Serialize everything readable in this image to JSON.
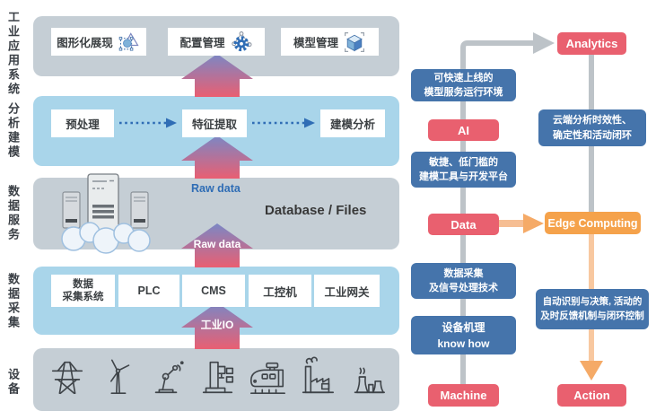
{
  "left_labels": [
    "工业应用系统",
    "分析建模",
    "数据服务",
    "数据采集",
    "设备"
  ],
  "app": {
    "boxes": [
      {
        "label": "图形化展现",
        "icon": "vector-drawing-icon"
      },
      {
        "label": "配置管理",
        "icon": "gear-network-icon"
      },
      {
        "label": "模型管理",
        "icon": "cube-3d-icon"
      }
    ]
  },
  "modeling": {
    "boxes": [
      "预处理",
      "特征提取",
      "建模分析"
    ]
  },
  "data_service": {
    "raw_data_label": "Raw data",
    "database_label": "Database / Files"
  },
  "acquisition": {
    "boxes": [
      [
        "数据",
        "采集系统"
      ],
      [
        "PLC"
      ],
      [
        "CMS"
      ],
      [
        "工控机"
      ],
      [
        "工业网关"
      ]
    ]
  },
  "devices": {
    "icons": [
      "power-grid-tower",
      "wind-turbine",
      "robot-arm",
      "machine-tool",
      "high-speed-train",
      "factory",
      "power-plant"
    ]
  },
  "flow_arrows": {
    "raw_data": "Raw data",
    "industrial_io": "工业IO"
  },
  "right": {
    "col1": {
      "env_box": [
        "可快速上线的",
        "模型服务运行环境"
      ],
      "ai": "AI",
      "tools_box": [
        "敏捷、低门槛的",
        "建模工具与开发平台"
      ],
      "data": "Data",
      "daq_box": [
        "数据采集",
        "及信号处理技术"
      ],
      "knowhow_box": [
        "设备机理",
        "know how"
      ],
      "machine": "Machine"
    },
    "col2": {
      "analytics": "Analytics",
      "cloud_box": [
        "云端分析时效性、",
        "确定性和活动闭环"
      ],
      "edge": "Edge Computing",
      "decision_box": [
        "自动识别与决策, 活动的",
        "及时反馈机制与闭环控制"
      ],
      "action": "Action"
    }
  },
  "colors": {
    "pink": "#E9606F",
    "blue_box": "#4574AB",
    "orange_box": "#F5A24B",
    "band_gray": "#C5CED5",
    "band_blue": "#A9D5EA",
    "connector_gray": "#BDC3C8",
    "connector_orange": "#F8C8A0",
    "arrow_gradient_top": "#7B87C5",
    "arrow_gradient_bottom": "#E95F72",
    "accent_blue": "#2F6DB5"
  }
}
